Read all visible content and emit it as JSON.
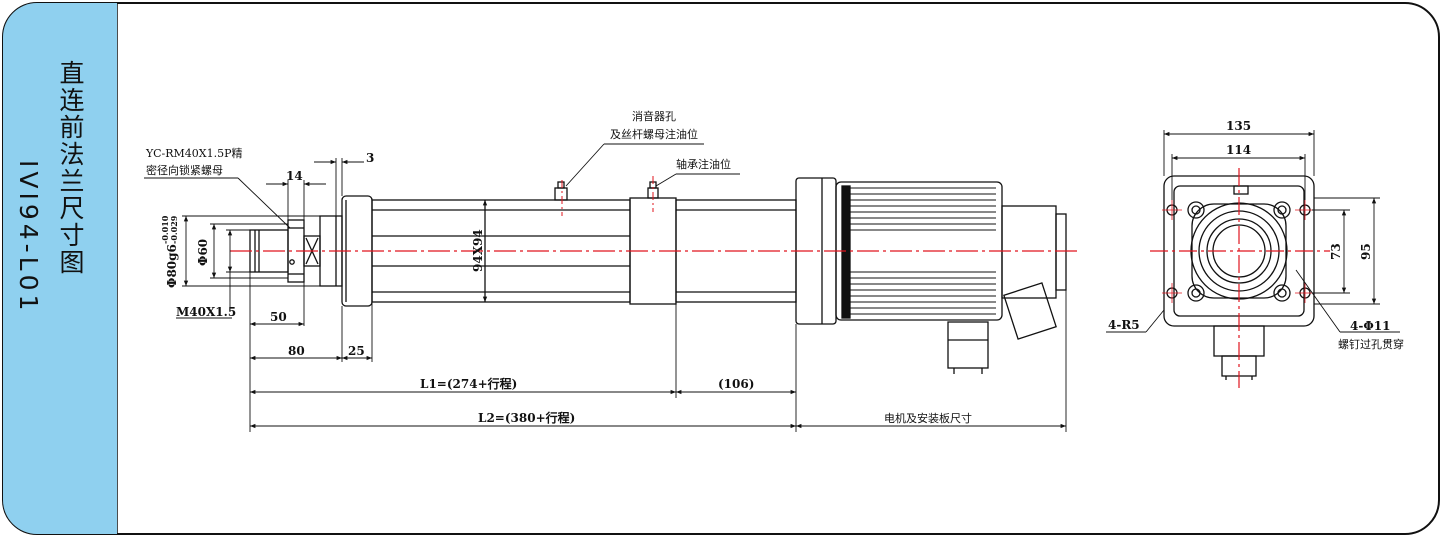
{
  "side_panel": {
    "title": "直连前法兰尺寸图",
    "model": "IVI94-L01"
  },
  "colors": {
    "tab_fill": "#8fd0ef",
    "line": "#111111",
    "centerline": "#e0141e"
  },
  "side_view": {
    "thread_note": [
      "YC-RM40X1.5P精",
      "密径向锁紧螺母"
    ],
    "dim_14": "14",
    "dim_3": "3",
    "dim_phi80": "Φ80g6",
    "tol_upper": "-0.010",
    "tol_lower": "-0.029",
    "dim_phi60": "Φ60",
    "dim_thread": "M40X1.5",
    "dim_50": "50",
    "dim_80": "80",
    "dim_25": "25",
    "dim_body": "94X94",
    "muffler_note": [
      "消音器孔",
      "及丝杆螺母注油位"
    ],
    "bearing_note": "轴承注油位",
    "dim_l1": "L1=(274+行程)",
    "dim_106": "(106)",
    "dim_l2": "L2=(380+行程)",
    "dim_motor": "电机及安装板尺寸"
  },
  "end_view": {
    "dim_135": "135",
    "dim_114": "114",
    "dim_73": "73",
    "dim_95": "95",
    "dim_r5": "4-R5",
    "dim_holes": "4-Φ11",
    "holes_note": "螺钉过孔贯穿"
  }
}
